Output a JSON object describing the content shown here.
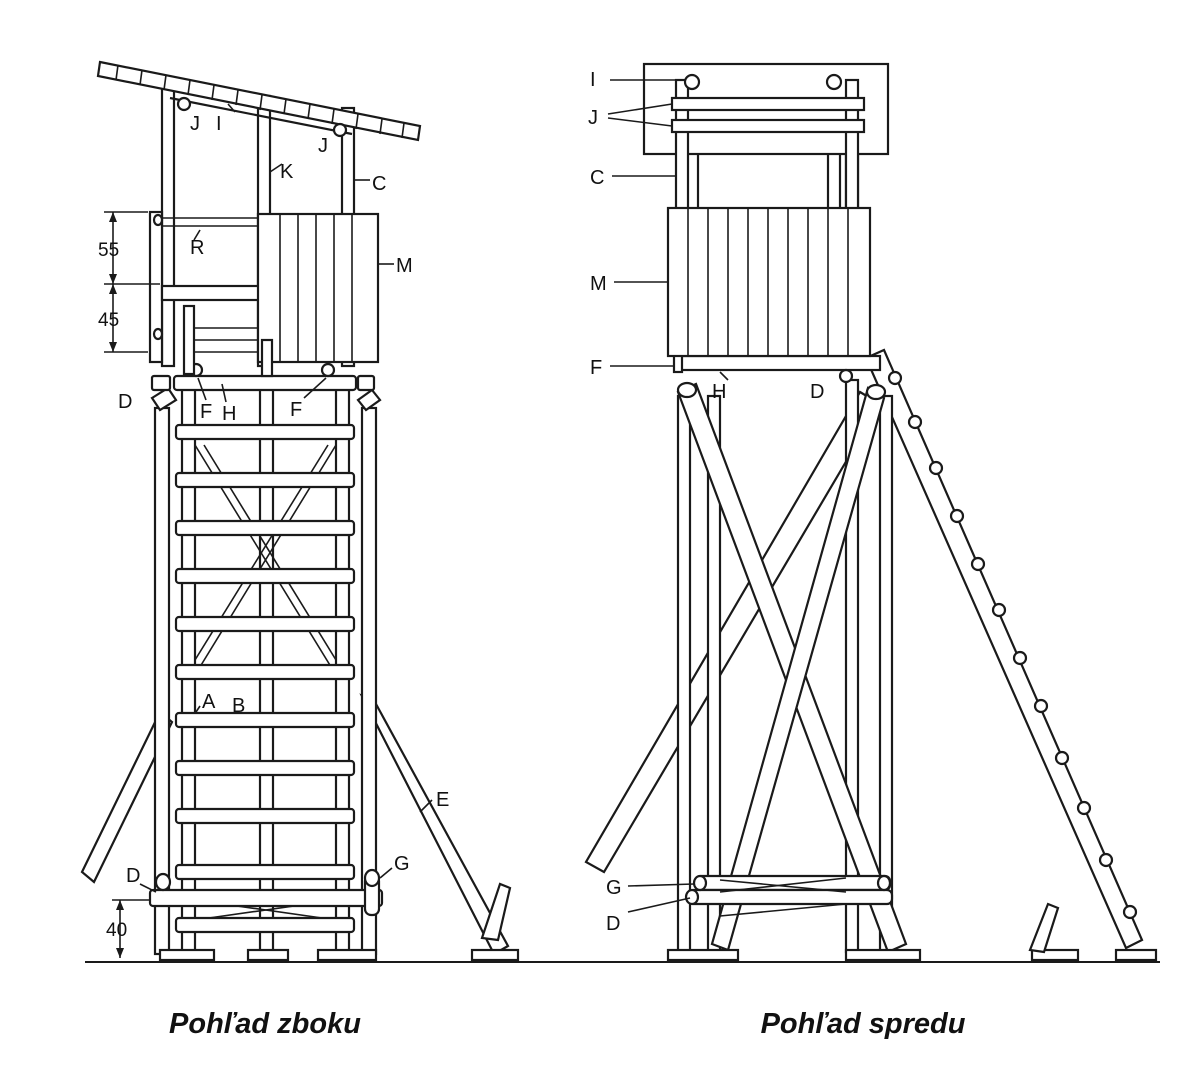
{
  "captions": {
    "side_view": "Pohľad zboku",
    "front_view": "Pohľad spredu"
  },
  "side_labels": {
    "J1": "J",
    "I": "I",
    "J2": "J",
    "K": "K",
    "C": "C",
    "R": "R",
    "M": "M",
    "D1": "D",
    "F1": "F",
    "H": "H",
    "F2": "F",
    "A": "A",
    "B": "B",
    "E": "E",
    "D2": "D",
    "G": "G"
  },
  "front_labels": {
    "I": "I",
    "J": "J",
    "C": "C",
    "M": "M",
    "F": "F",
    "H": "H",
    "D1": "D",
    "G": "G",
    "D2": "D"
  },
  "dimensions": {
    "d55": "55",
    "d45": "45",
    "d40": "40"
  },
  "colors": {
    "ink": "#1a1a1a",
    "background": "#ffffff"
  }
}
